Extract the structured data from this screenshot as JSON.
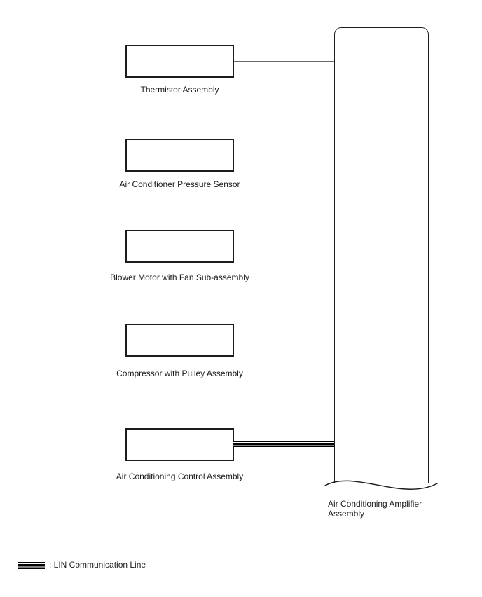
{
  "diagram": {
    "title_hint": "Air conditioning system communication diagram",
    "components": [
      {
        "label": "Thermistor Assembly",
        "connection": "signal"
      },
      {
        "label": "Air Conditioner Pressure Sensor",
        "connection": "signal"
      },
      {
        "label": "Blower Motor with Fan Sub-assembly",
        "connection": "signal"
      },
      {
        "label": "Compressor with Pulley Assembly",
        "connection": "signal"
      },
      {
        "label": "Air Conditioning Control Assembly",
        "connection": "lin"
      }
    ],
    "amplifier_label": "Air Conditioning Amplifier Assembly",
    "legend": {
      "symbol": "lin-communication-line-swatch",
      "label": ": LIN Communication Line"
    },
    "colors": {
      "box_border": "#1c1c1c",
      "connector": "#6a6a6a",
      "lin_line": "#000000",
      "background": "#ffffff",
      "text": "#1a1a1a"
    }
  }
}
